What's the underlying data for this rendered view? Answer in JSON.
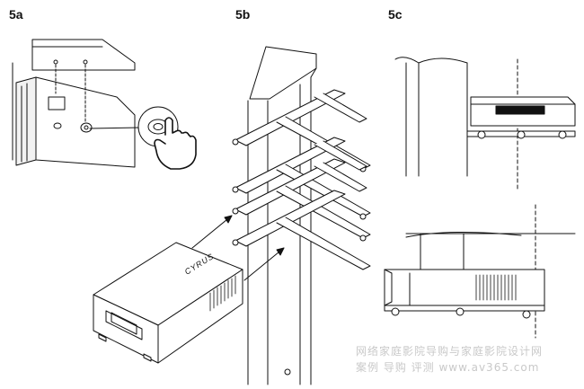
{
  "figure": {
    "panels": [
      {
        "id": "5a",
        "label": "5a"
      },
      {
        "id": "5b",
        "label": "5b"
      },
      {
        "id": "5c",
        "label": "5c"
      }
    ],
    "product_logo": "CYRUS",
    "watermark": {
      "line1": "网络家庭影院导购与家庭影院设计网",
      "line2": "案例 导购 评测 www.av365.com"
    }
  },
  "colors": {
    "line": "#111111",
    "fill": "#ffffff",
    "shade": "#e6e6e6",
    "display": "#111111",
    "watermark": "#c9c9c9"
  }
}
